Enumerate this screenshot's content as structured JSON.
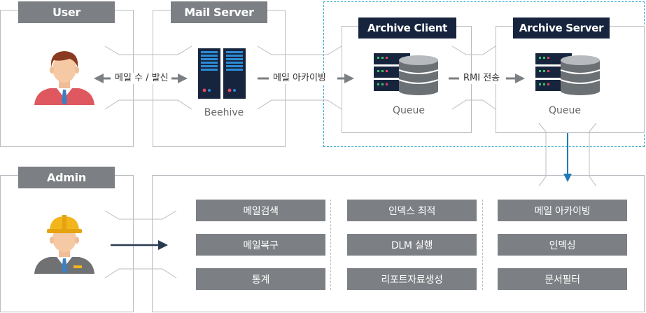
{
  "user": {
    "title": "User",
    "label": "메일 수 / 발신"
  },
  "mail_server": {
    "title": "Mail Server",
    "name": "Beehive",
    "arrow_label": "메일 아카이빙"
  },
  "archive_client": {
    "title": "Archive Client",
    "queue": "Queue",
    "arrow_label": "RMI 전송"
  },
  "archive_server": {
    "title": "Archive Server",
    "queue": "Queue"
  },
  "admin": {
    "title": "Admin"
  },
  "functions": {
    "col1": [
      "메일검색",
      "메일복구",
      "통계"
    ],
    "col2": [
      "인덱스 최적",
      "DLM 실행",
      "리포트자료생성"
    ],
    "col3": [
      "메일 아카이빙",
      "인덱싱",
      "문서필터"
    ]
  },
  "colors": {
    "tag_gray": "#7c7f83",
    "tag_navy": "#16253d",
    "dashed_border": "#2aa7c9",
    "arrow_blue": "#1e7bb5",
    "arrow_dark": "#2a3a4f"
  }
}
